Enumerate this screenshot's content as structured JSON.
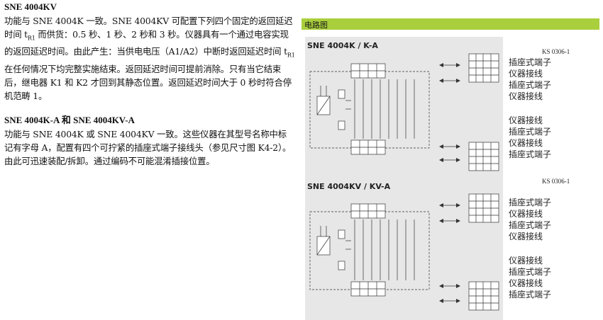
{
  "sections": [
    {
      "heading": "SNE 4004KV",
      "text": "功能与 SNE 4004K 一致。SNE 4004KV 可配置下列四个固定的返回延迟时间 t",
      "sub": "R1",
      "text2": " 而供货：0.5 秒、1 秒、2 秒和 3 秒。仪器具有一个通过电容实现的返回延迟时间。由此产生：当供电电压（A1/A2）中断时返回延迟时间 t",
      "sub2": "R1",
      "text3": " 在任何情况下均完整实施结束。返回延迟时间可提前消除。只有当它结束后，继电器 K1 和 K2 才回到其静态位置。返回延迟时间大于 0 秒时符合停机范畴 1。"
    },
    {
      "heading": "SNE 4004K-A 和 SNE 4004KV-A",
      "text": "功能与 SNE 4004K 或 SNE 4004KV 一致。这些仪器在其型号名称中标记有字母 A，配置有四个可拧紧的插座式端子接线头（参见尺寸图 K4-2）。由此可迅速装配/拆卸。通过编码不可能混淆插接位置。"
    }
  ],
  "panel": {
    "title": "电路图",
    "diagrams": [
      {
        "title": "SNE 4004K / K-A",
        "code": "KS 0306-1",
        "top_labels": [
          "插座式端子",
          "仪器接线",
          "插座式端子",
          "仪器接线"
        ],
        "bottom_labels": [
          "仪器接线",
          "插座式端子",
          "仪器接线",
          "插座式端子"
        ]
      },
      {
        "title": "SNE 4004KV / KV-A",
        "code": "KS 0306-1",
        "top_labels": [
          "插座式端子",
          "仪器接线",
          "插座式端子",
          "仪器接线"
        ],
        "bottom_labels": [
          "仪器接线",
          "插座式端子",
          "仪器接线",
          "插座式端子"
        ]
      }
    ]
  },
  "colors": {
    "green_bar": "#a9cf3c",
    "diagram_bg": "#e7e7e7"
  }
}
